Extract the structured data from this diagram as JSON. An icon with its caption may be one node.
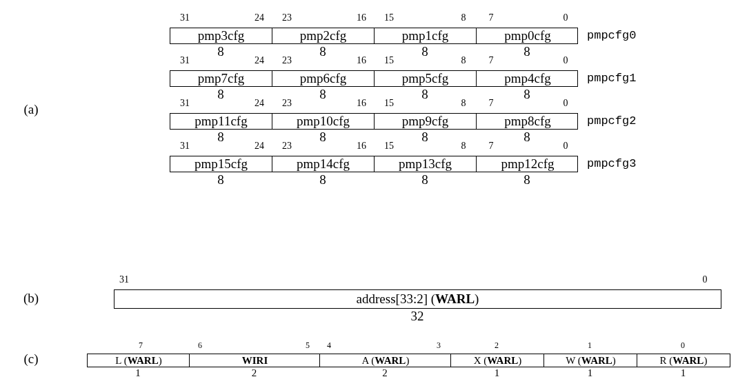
{
  "diagram": {
    "nodes": [
      {
        "text": [
          "pmpcfg0"
        ]
      },
      {
        "text": [
          "pmp3cfg"
        ],
        "in": 0,
        "beside": [
          "8"
        ]
      },
      {
        "text": [
          "pmp2cfg"
        ],
        "in": 0,
        "beside": [
          "8"
        ]
      },
      {
        "text": [
          "pmp1cfg"
        ],
        "in": 0,
        "beside": [
          "8"
        ]
      },
      {
        "text": [
          "pmp0cfg"
        ],
        "in": 0,
        "beside": [
          "8"
        ]
      },
      {
        "text": [
          "pmpcfg1"
        ]
      },
      {
        "text": [
          "pmp7cfg"
        ],
        "in": 5,
        "beside": [
          "8"
        ]
      },
      {
        "text": [
          "pmp6cfg"
        ],
        "in": 5,
        "beside": [
          "8"
        ]
      },
      {
        "text": [
          "pmp5cfg"
        ],
        "in": 5,
        "beside": [
          "8"
        ]
      },
      {
        "text": [
          "pmp4cfg"
        ],
        "in": 5,
        "beside": [
          "8"
        ]
      },
      {
        "text": [
          "pmpcfg2"
        ]
      },
      {
        "text": [
          "pmp11cfg"
        ],
        "in": 10,
        "beside": [
          "8"
        ]
      },
      {
        "text": [
          "pmp10cfg"
        ],
        "in": 10,
        "beside": [
          "8"
        ]
      },
      {
        "text": [
          "pmp9cfg"
        ],
        "in": 10,
        "beside": [
          "8"
        ]
      },
      {
        "text": [
          "pmp8cfg"
        ],
        "in": 10,
        "beside": [
          "8"
        ]
      },
      {
        "text": [
          "pmpcfg3"
        ]
      },
      {
        "text": [
          "pmp15cfg"
        ],
        "in": 15,
        "beside": [
          "8"
        ]
      },
      {
        "text": [
          "pmp14cfg"
        ],
        "in": 15,
        "beside": [
          "8"
        ]
      },
      {
        "text": [
          "pmp13cfg"
        ],
        "in": 15,
        "beside": [
          "8"
        ]
      },
      {
        "text": [
          "pmp12cfg"
        ],
        "in": 15,
        "beside": [
          "8"
        ]
      },
      {
        "text": [
          "address[33:2] (**WARL**)"
        ],
        "beside": [
          "32"
        ]
      },
      {
        "text": [
          "L (**WARL**)"
        ],
        "beside": [
          "1"
        ]
      },
      {
        "text": [
          "**WIRI**"
        ],
        "beside": [
          "2"
        ]
      },
      {
        "text": [
          "A (**WARL**)"
        ],
        "beside": [
          "2"
        ]
      },
      {
        "text": [
          "X (**WARL**)"
        ],
        "beside": [
          "1"
        ]
      },
      {
        "text": [
          "W (**WARL**)"
        ],
        "beside": [
          "1"
        ]
      },
      {
        "text": [
          "R (**WARL**)"
        ],
        "beside": [
          "1"
        ]
      }
    ],
    "labels": [
      "31",
      "24",
      "23",
      "16",
      "15",
      "8",
      "7",
      "0",
      "31",
      "24",
      "23",
      "16",
      "15",
      "8",
      "7",
      "0",
      "(a)",
      "31",
      "24",
      "23",
      "16",
      "15",
      "8",
      "7",
      "0",
      "31",
      "24",
      "23",
      "16",
      "15",
      "8",
      "7",
      "0",
      "(b)",
      "31",
      "0",
      "(c)",
      "7",
      "6",
      "5",
      "4",
      "3",
      "2",
      "1",
      "0"
    ]
  }
}
